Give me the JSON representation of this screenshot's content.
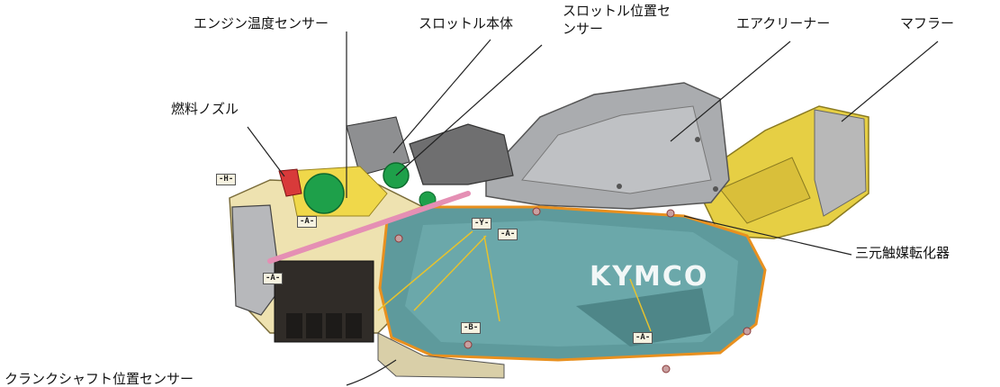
{
  "labels": {
    "engine_temp_sensor": "エンジン温度センサー",
    "throttle_body": "スロットル本体",
    "throttle_position_sensor_line1": "スロットル位置セ",
    "throttle_position_sensor_line2": "ンサー",
    "air_cleaner": "エアクリーナー",
    "muffler": "マフラー",
    "fuel_nozzle": "燃料ノズル",
    "catalytic_converter": "三元触媒転化器",
    "crankshaft_position_sensor": "クランクシャフト位置センサー"
  },
  "markers": {
    "h": "-H-",
    "a1": "-A-",
    "a2": "-A-",
    "y": "-Y-",
    "a3": "-A-",
    "b": "-B-",
    "a4": "-A-"
  },
  "brand": "KYMCO",
  "colors": {
    "cover_teal": "#5e9a9c",
    "air_cleaner_grey": "#a9abae",
    "muffler_yellow": "#e8d24a",
    "body_cream": "#efe3b3",
    "ecu_dark": "#2e2b28",
    "sensor_green": "#1ea04a",
    "pipe_pink": "#e58fb4",
    "outline_orange": "#e8901f"
  }
}
